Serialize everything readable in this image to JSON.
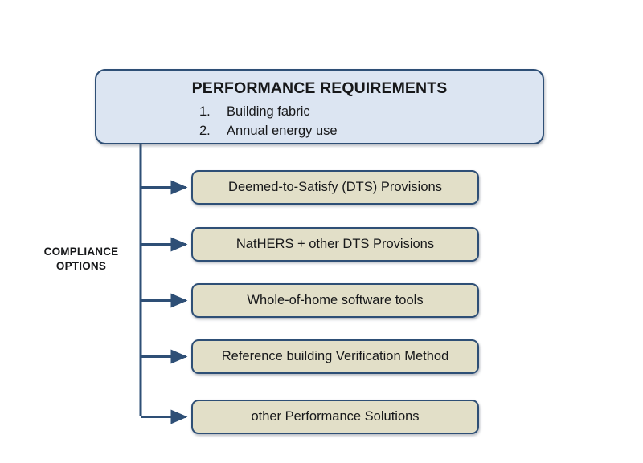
{
  "diagram": {
    "header": {
      "title": "PERFORMANCE REQUIREMENTS",
      "requirements": [
        {
          "num": "1.",
          "label": "Building fabric"
        },
        {
          "num": "2.",
          "label": "Annual energy use"
        }
      ]
    },
    "side_label": {
      "line1": "COMPLIANCE",
      "line2": "OPTIONS"
    },
    "options": [
      {
        "label": "Deemed-to-Satisfy (DTS) Provisions"
      },
      {
        "label": "NatHERS + other DTS Provisions"
      },
      {
        "label": "Whole-of-home software tools"
      },
      {
        "label": "Reference building Verification Method"
      },
      {
        "label": "other Performance Solutions"
      }
    ],
    "colors": {
      "header_fill": "#dce5f2",
      "option_fill": "#e2dfc8",
      "border": "#2e4f76",
      "connector": "#2e4f76",
      "text": "#17181a",
      "background": "#ffffff"
    }
  }
}
